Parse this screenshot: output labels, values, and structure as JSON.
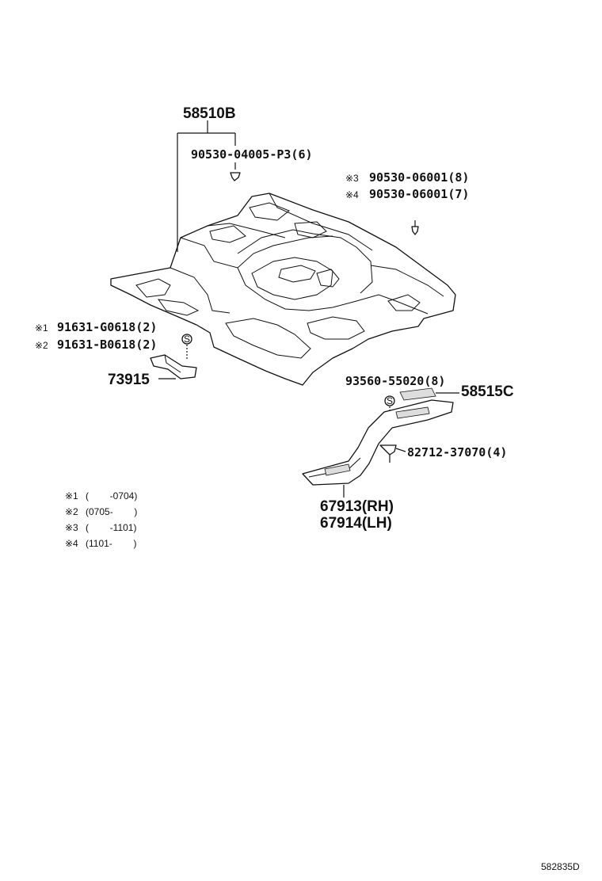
{
  "labels": {
    "carpet": "58510B",
    "clip_top": "90530-04005-P3(6)",
    "clip_right_3_mark": "※3",
    "clip_right_3": "90530-06001(8)",
    "clip_right_4_mark": "※4",
    "clip_right_4": "90530-06001(7)",
    "rivet_1_mark": "※1",
    "rivet_1": "91631-G0618(2)",
    "rivet_2_mark": "※2",
    "rivet_2": "91631-B0618(2)",
    "bracket": "73915",
    "screw": "93560-55020(8)",
    "sill_pad": "58515C",
    "scuff_clip": "82712-37070(4)",
    "scuff_rh": "67913(RH)",
    "scuff_lh": "67914(LH)",
    "s_mark": "S"
  },
  "notes": [
    {
      "mark": "※1",
      "range": "(        -0704)"
    },
    {
      "mark": "※2",
      "range": "(0705-        )"
    },
    {
      "mark": "※3",
      "range": "(        -1101)"
    },
    {
      "mark": "※4",
      "range": "(1101-        )"
    }
  ],
  "figure_id": "582835D"
}
